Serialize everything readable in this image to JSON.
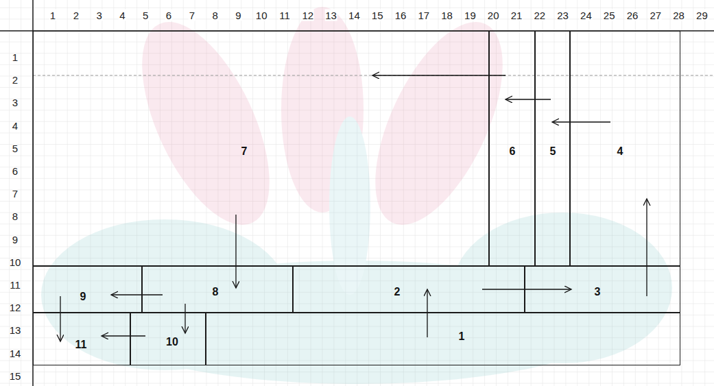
{
  "diagram": {
    "nodes": [
      {
        "text": [
          "1"
        ]
      },
      {
        "text": [
          "2"
        ]
      },
      {
        "text": [
          "3"
        ]
      },
      {
        "text": [
          "4"
        ]
      },
      {
        "text": [
          "5"
        ]
      },
      {
        "text": [
          "6"
        ]
      },
      {
        "text": [
          "7"
        ]
      },
      {
        "text": [
          "8"
        ]
      },
      {
        "text": [
          "9"
        ]
      },
      {
        "text": [
          "10"
        ]
      },
      {
        "text": [
          "11"
        ]
      }
    ],
    "edges": [
      {
        "from": 0,
        "to": 1,
        "arrow": "to"
      },
      {
        "from": 1,
        "to": 2,
        "arrow": "to"
      },
      {
        "from": 2,
        "to": 3,
        "arrow": "to"
      },
      {
        "from": 3,
        "to": 4,
        "arrow": "to"
      },
      {
        "from": 4,
        "to": 5,
        "arrow": "to"
      },
      {
        "from": 5,
        "to": 6,
        "arrow": "to"
      },
      {
        "from": 6,
        "to": 7,
        "arrow": "to"
      },
      {
        "from": 7,
        "to": 8,
        "arrow": "to"
      },
      {
        "from": 7,
        "to": 9,
        "arrow": "to"
      },
      {
        "from": 9,
        "to": 10,
        "arrow": "to"
      },
      {
        "from": 8,
        "to": 10,
        "arrow": "to"
      }
    ],
    "labels": [
      "1",
      "2",
      "3",
      "4",
      "5",
      "6",
      "7",
      "8",
      "9",
      "10",
      "11",
      "12",
      "13",
      "14",
      "15",
      "16",
      "17",
      "18",
      "19",
      "20",
      "21",
      "22",
      "23",
      "24",
      "25",
      "26",
      "27",
      "28",
      "29",
      "1",
      "2",
      "3",
      "4",
      "5",
      "6",
      "7",
      "8",
      "9",
      "10",
      "11",
      "12",
      "13",
      "14",
      "15"
    ]
  }
}
